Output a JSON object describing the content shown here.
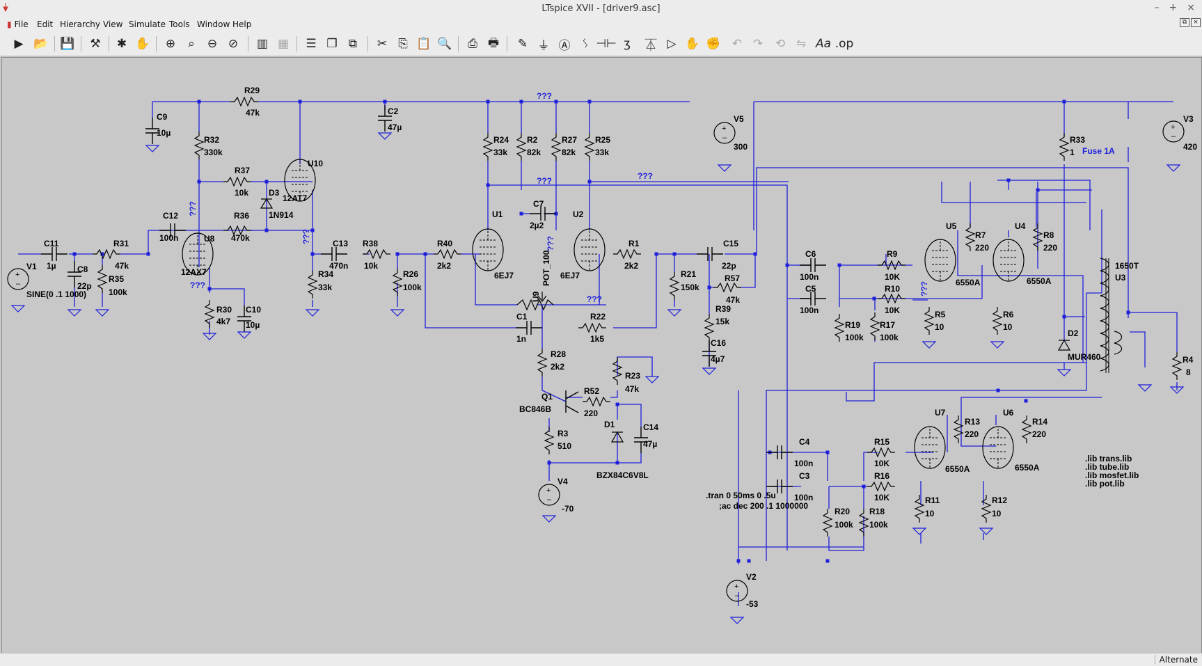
{
  "window": {
    "title": "LTspice XVII - [driver9.asc]",
    "min": "–",
    "max": "+",
    "close": "×"
  },
  "menu": [
    "File",
    "Edit",
    "Hierarchy",
    "View",
    "Simulate",
    "Tools",
    "Window",
    "Help"
  ],
  "status": {
    "mode": "Alternate"
  },
  "toolbar": {
    "icons": [
      "run-icon",
      "open-icon",
      "save-icon",
      "control-panel-icon",
      "pan-icon",
      "hand-icon",
      "zoom-in-icon",
      "zoom-fit-icon",
      "zoom-out-icon",
      "zoom-cancel-icon",
      "waveform-icon",
      "waveform-disabled-icon",
      "tile-horizontal-icon",
      "cascade-icon",
      "tile-vertical-icon",
      "cut-icon",
      "copy-icon",
      "paste-icon",
      "find-icon",
      "print-setup-icon",
      "print-icon",
      "draw-wire-icon",
      "ground-icon",
      "label-net-icon",
      "resistor-icon",
      "capacitor-icon",
      "inductor-icon",
      "diode-icon",
      "component-icon",
      "move-icon",
      "drag-icon",
      "undo-icon",
      "redo-icon",
      "rotate-icon",
      "mirror-icon",
      "text-icon",
      "spice-directive-icon"
    ]
  },
  "schematic": {
    "labels": {
      "R29": "R29",
      "R29v": "47k",
      "C9": "C9",
      "C9v": "10µ",
      "C2": "C2",
      "C2v": "47µ",
      "R32": "R32",
      "R32v": "330k",
      "U10": "U10",
      "U10v": "12AT7",
      "R37": "R37",
      "R37v": "10k",
      "D3": "D3",
      "D3v": "1N914",
      "C12": "C12",
      "C12v": "100n",
      "R36": "R36",
      "R36v": "470k",
      "U8": "U8",
      "U8v": "12AX7",
      "V1": "V1",
      "V1v": "SINE(0 .1 1000)",
      "C11": "C11",
      "C11v": "1µ",
      "C8": "C8",
      "C8v": "22p",
      "R31": "R31",
      "R31v": "47k",
      "R35": "R35",
      "R35v": "100k",
      "R30": "R30",
      "R30v": "4k7",
      "C10": "C10",
      "C10v": "10µ",
      "R34": "R34",
      "R34v": "33k",
      "C13": "C13",
      "C13v": "470n",
      "R38": "R38",
      "R38v": "10k",
      "R26": "R26",
      "R26v": "100k",
      "R40": "R40",
      "R40v": "2k2",
      "R24": "R24",
      "R24v": "33k",
      "R2": "R2",
      "R2v": "82k",
      "R27": "R27",
      "R27v": "82k",
      "R25": "R25",
      "R25v": "33k",
      "C7": "C7",
      "C7v": "2µ2",
      "U1": "U1",
      "U1v": "6EJ7",
      "U2": "U2",
      "U2v": "6EJ7",
      "U9": "U9",
      "U9v": "POT_100",
      "R1": "R1",
      "R1v": "2k2",
      "C1": "C1",
      "C1v": "1n",
      "R22": "R22",
      "R22v": "1k5",
      "R28": "R28",
      "R28v": "2k2",
      "Q1": "Q1",
      "Q1v": "BC846B",
      "R52": "R52",
      "R52v": "220",
      "R23": "R23",
      "R23v": "47k",
      "D1": "D1",
      "D1v": "BZX84C6V8L",
      "C14": "C14",
      "C14v": "47µ",
      "R3": "R3",
      "R3v": "510",
      "V4": "V4",
      "V4v": "-70",
      "V5": "V5",
      "V5v": "300",
      "C15": "C15",
      "C15v": "22p",
      "R21": "R21",
      "R21v": "150k",
      "R57": "R57",
      "R57v": "47k",
      "R39": "R39",
      "R39v": "15k",
      "C16": "C16",
      "C16v": "4µ7",
      "C6": "C6",
      "C6v": "100n",
      "C5": "C5",
      "C5v": "100n",
      "R9": "R9",
      "R9v": "10K",
      "R10": "R10",
      "R10v": "10K",
      "R19": "R19",
      "R19v": "100k",
      "R17": "R17",
      "R17v": "100k",
      "U5": "U5",
      "U5v": "6550A",
      "U4": "U4",
      "U4v": "6550A",
      "R7": "R7",
      "R7v": "220",
      "R8": "R8",
      "R8v": "220",
      "R5": "R5",
      "R5v": "10",
      "R6": "R6",
      "R6v": "10",
      "R33": "R33",
      "R33v": "1",
      "fuse": "Fuse 1A",
      "V3": "V3",
      "V3v": "420",
      "U3v": "1650T",
      "U3": "U3",
      "D2": "D2",
      "D2v": "MUR460",
      "R4": "R4",
      "R4v": "8",
      "C4": "C4",
      "C4v": "100n",
      "C3": "C3",
      "C3v": "100n",
      "R15": "R15",
      "R15v": "10K",
      "R16": "R16",
      "R16v": "10K",
      "U7": "U7",
      "U7v": "6550A",
      "U6": "U6",
      "U6v": "6550A",
      "R13": "R13",
      "R13v": "220",
      "R14": "R14",
      "R14v": "220",
      "R11": "R11",
      "R11v": "10",
      "R12": "R12",
      "R12v": "10",
      "R20": "R20",
      "R20v": "100k",
      "R18": "R18",
      "R18v": "100k",
      "V2": "V2",
      "V2v": "-53",
      "net": "???"
    },
    "directives": {
      "tran": ".tran 0 50ms 0 .5u",
      "ac": ";ac dec 200 .1 1000000",
      "libs": [
        ".lib trans.lib",
        ".lib tube.lib",
        ".lib mosfet.lib",
        ".lib pot.lib"
      ]
    }
  }
}
